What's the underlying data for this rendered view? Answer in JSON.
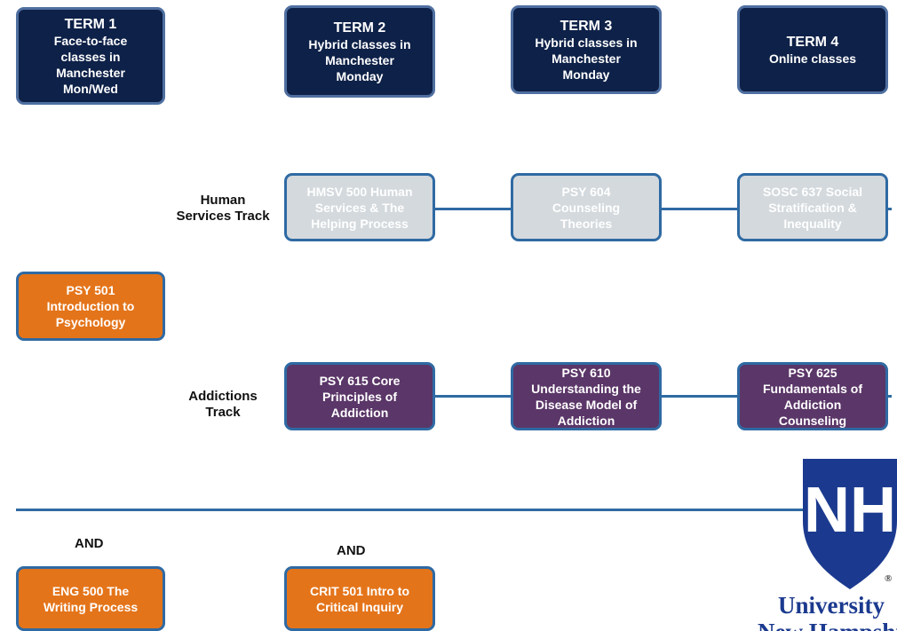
{
  "terms": [
    {
      "title": "TERM 1",
      "lines": [
        "Face-to-face",
        "classes in",
        "Manchester",
        "Mon/Wed"
      ]
    },
    {
      "title": "TERM 2",
      "lines": [
        "Hybrid classes in",
        "Manchester",
        "Monday"
      ]
    },
    {
      "title": "TERM 3",
      "lines": [
        "Hybrid classes in",
        "Manchester",
        "Monday"
      ]
    },
    {
      "title": "TERM 4",
      "lines": [
        "Online classes"
      ]
    }
  ],
  "human_services": {
    "label": [
      "Human",
      "Services Track"
    ],
    "courses": [
      [
        "HMSV 500 Human",
        "Services & The",
        "Helping Process"
      ],
      [
        "PSY 604",
        "Counseling",
        "Theories"
      ],
      [
        "SOSC 637 Social",
        "Stratification &",
        "Inequality"
      ]
    ]
  },
  "intro_course": [
    "PSY 501",
    "Introduction to",
    "Psychology"
  ],
  "addictions": {
    "label": [
      "Addictions",
      "Track"
    ],
    "courses": [
      [
        "PSY 615 Core",
        "Principles of",
        "Addiction"
      ],
      [
        "PSY 610",
        "Understanding the",
        "Disease Model of",
        "Addiction"
      ],
      [
        "PSY 625",
        "Fundamentals of",
        "Addiction",
        "Counseling"
      ]
    ]
  },
  "and_left": "AND",
  "and_right": "AND",
  "eng_course": [
    "ENG 500 The",
    "Writing Process"
  ],
  "crit_course": [
    "CRIT 501 Intro to",
    "Critical Inquiry"
  ],
  "logo": {
    "monogram": "NH",
    "registered": "®",
    "line1": "University",
    "line2": "New Hampshire"
  },
  "colors": {
    "navy": "#0e2148",
    "gray": "#d4d9dd",
    "purple": "#5b3668",
    "orange": "#e4741a",
    "connector": "#2f6aa3",
    "logo_blue": "#1b3a8f"
  }
}
